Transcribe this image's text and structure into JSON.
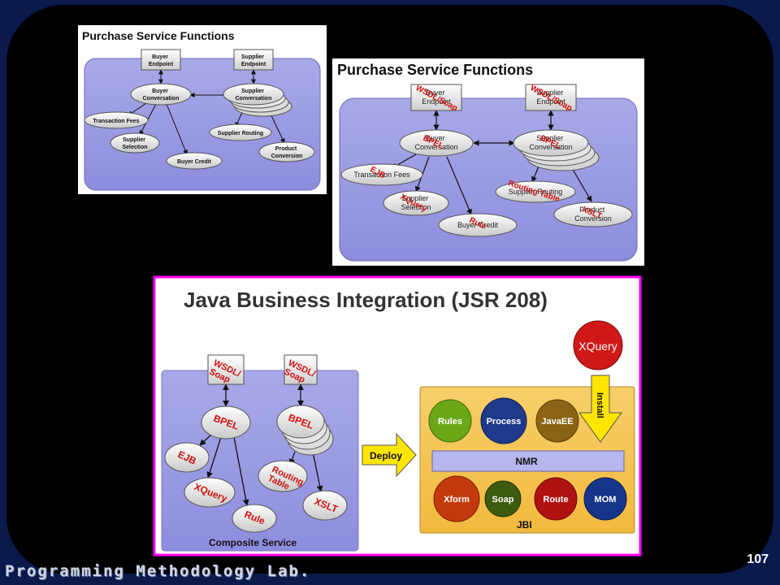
{
  "slide": {
    "page_number": "107",
    "footer": "Programming Methodology Lab.",
    "colors": {
      "background": "#000000",
      "frame": "#0b1a4a",
      "panel_border": "#ff00ff",
      "magenta": "#e600e6",
      "red_label": "#d01010"
    }
  },
  "diagram1": {
    "title": "Purchase Service Functions",
    "nodes": {
      "buyer_endpoint": [
        "Buyer",
        "Endpoint"
      ],
      "supplier_endpoint": [
        "Supplier",
        "Endpoint"
      ],
      "buyer_conversation": [
        "Buyer",
        "Conversation"
      ],
      "supplier_conversation": [
        "Supplier",
        "Conversation"
      ],
      "transaction_fees": "Transaction Fees",
      "supplier_routing": "Supplier Routing",
      "supplier_selection": [
        "Supplier",
        "Selection"
      ],
      "buyer_credit": "Buyer Credit",
      "product_conversion": [
        "Product",
        "Conversion"
      ]
    }
  },
  "diagram2": {
    "title": "Purchase Service Functions",
    "nodes": {
      "buyer_endpoint": [
        "Buyer",
        "Endpoint"
      ],
      "supplier_endpoint": [
        "Supplier",
        "Endpoint"
      ],
      "buyer_conversation": [
        "Buyer",
        "Conversation"
      ],
      "supplier_conversation": [
        "Supplier",
        "Conversation"
      ],
      "transaction_fees": "Transaction Fees",
      "supplier_routing": [
        "Supplier Routing"
      ],
      "supplier_selection": [
        "Supplier",
        "Selection"
      ],
      "buyer_credit": "Buyer Credit",
      "product_conversion": [
        "Product",
        "Conversion"
      ]
    },
    "overlays": {
      "wsdl_soap_1": "WSDL/Soap",
      "wsdl_soap_2": "WSDL/Soap",
      "bpel_1": "BPEL",
      "bpel_2": "BPEL",
      "ejb": "EJB",
      "xquery": "XQuery",
      "rule": "Rule",
      "routing_table": "Routing Table",
      "xslt": "XSLT"
    }
  },
  "diagram3": {
    "title": "Java Business Integration (JSR 208)",
    "composite": {
      "label": "Composite Service",
      "wsdl_soap_1": [
        "WSDL/",
        "Soap"
      ],
      "wsdl_soap_2": [
        "WSDL/",
        "Soap"
      ],
      "bpel_1": "BPEL",
      "bpel_2": "BPEL",
      "ejb": "EJB",
      "xquery": "XQuery",
      "rule": "Rule",
      "routing_table": [
        "Routing",
        "Table"
      ],
      "xslt": "XSLT"
    },
    "deploy_label": "Deploy",
    "install_label": "Install",
    "xquery_component": "XQuery",
    "jbi": {
      "label": "JBI",
      "nmr": "NMR",
      "top_components": [
        {
          "label": "Rules",
          "color": "#6aa818"
        },
        {
          "label": "Process",
          "color": "#1f3a8a"
        },
        {
          "label": "JavaEE",
          "color": "#8a6414"
        }
      ],
      "bottom_components": [
        {
          "label": "Xform",
          "color": "#c23a0c"
        },
        {
          "label": "Soap",
          "color": "#3d5a0e"
        },
        {
          "label": "Route",
          "color": "#b01212"
        },
        {
          "label": "MOM",
          "color": "#16358a"
        }
      ]
    }
  }
}
